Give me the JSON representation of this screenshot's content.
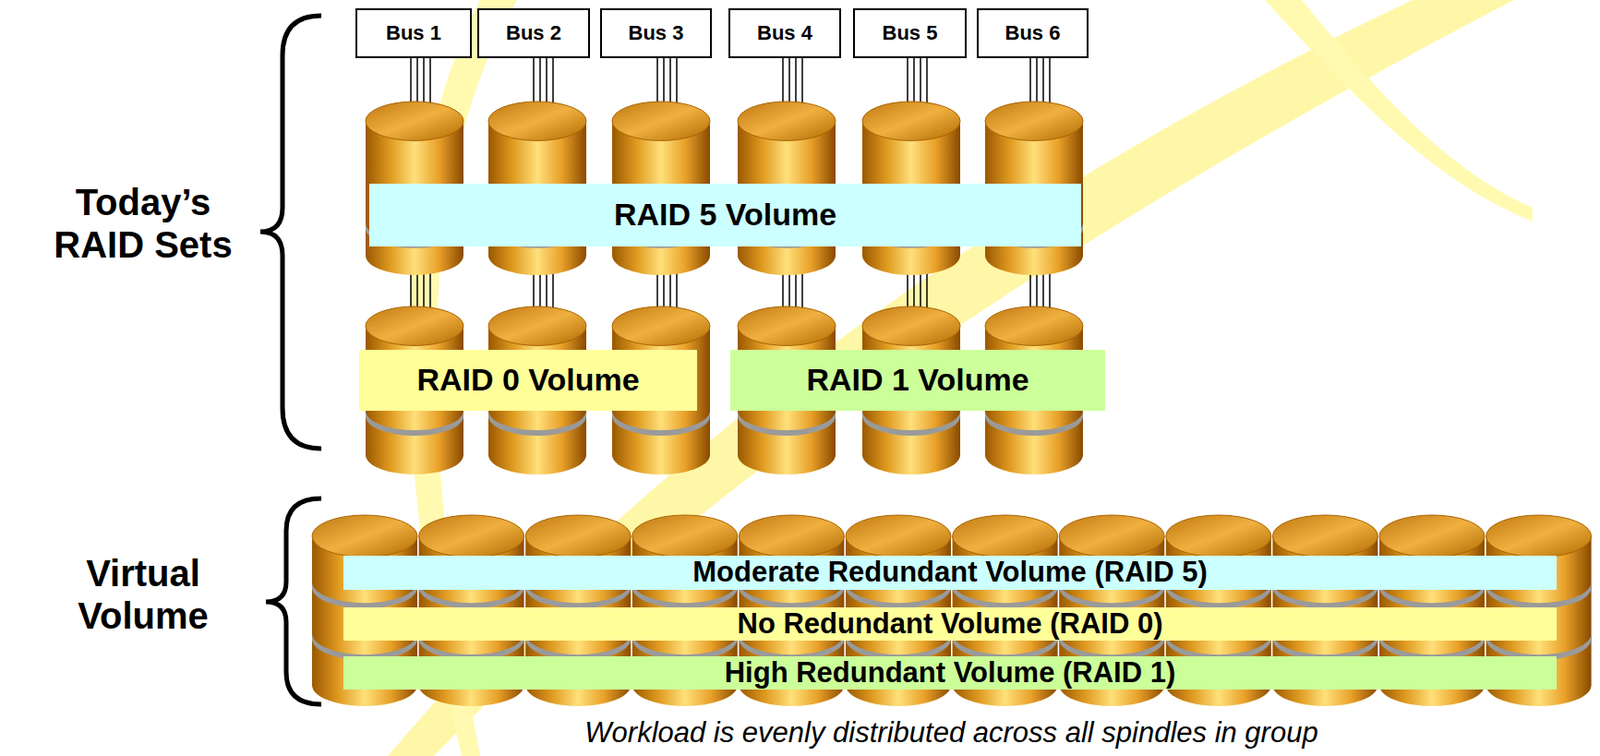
{
  "diagram": {
    "caption": "Workload is evenly distributed across all spindles in group",
    "nodes": [
      {
        "text": [
          "Bus 1"
        ]
      },
      {
        "text": [
          "Bus 2"
        ]
      },
      {
        "text": [
          "Bus 3"
        ]
      },
      {
        "text": [
          "Bus 4"
        ]
      },
      {
        "text": [
          "Bus 5"
        ]
      },
      {
        "text": [
          "Bus 6"
        ]
      },
      {
        "text": [
          "RAID 5 Volume"
        ]
      },
      {
        "text": [
          "RAID 0 Volume"
        ]
      },
      {
        "text": [
          "RAID 1 Volume"
        ]
      },
      {
        "text": [
          "Moderate Redundant Volume (RAID 5)"
        ]
      },
      {
        "text": [
          "No Redundant Volume (RAID 0)"
        ]
      },
      {
        "text": [
          "High Redundant Volume (RAID 1)"
        ]
      }
    ],
    "edges": [],
    "labels": [
      "Today’s RAID Sets",
      "Virtual Volume"
    ]
  }
}
